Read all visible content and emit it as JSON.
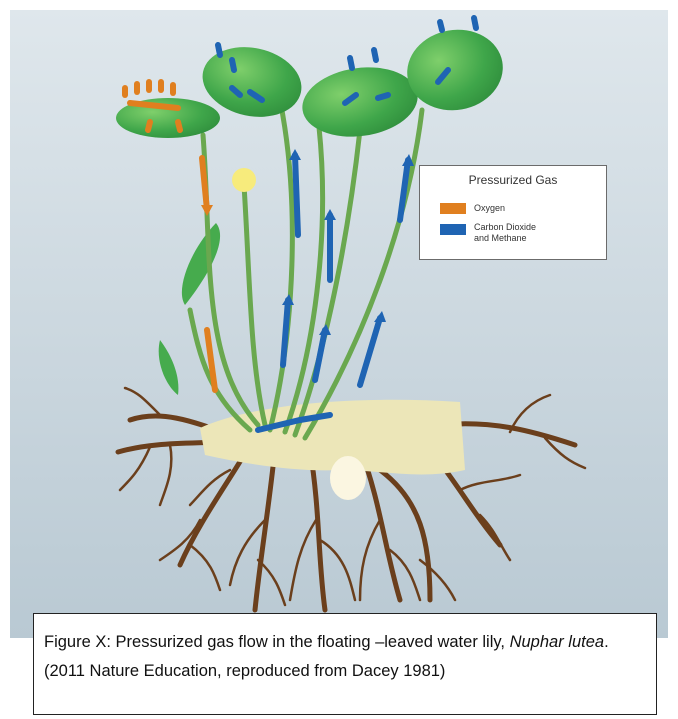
{
  "legend": {
    "title": "Pressurized Gas",
    "items": [
      {
        "label": "Oxygen",
        "color": "#e07f1f"
      },
      {
        "label_line1": "Carbon Dioxide",
        "label_line2": "and Methane",
        "color": "#1f64b3"
      }
    ]
  },
  "caption": {
    "prefix": "Figure X: Pressurized gas flow in the floating –leaved water lily, ",
    "species": "Nuphar lutea",
    "suffix": ". (2011 Nature Education, reproduced from Dacey 1981)"
  },
  "colors": {
    "background": "#c9d6de",
    "stem": "#6aa84f",
    "leaf": "#3ea646",
    "rhizome": "#ece6b8",
    "roots": "#6b3f1c",
    "oxygen": "#e07f1f",
    "co2_methane": "#1f64b3"
  }
}
